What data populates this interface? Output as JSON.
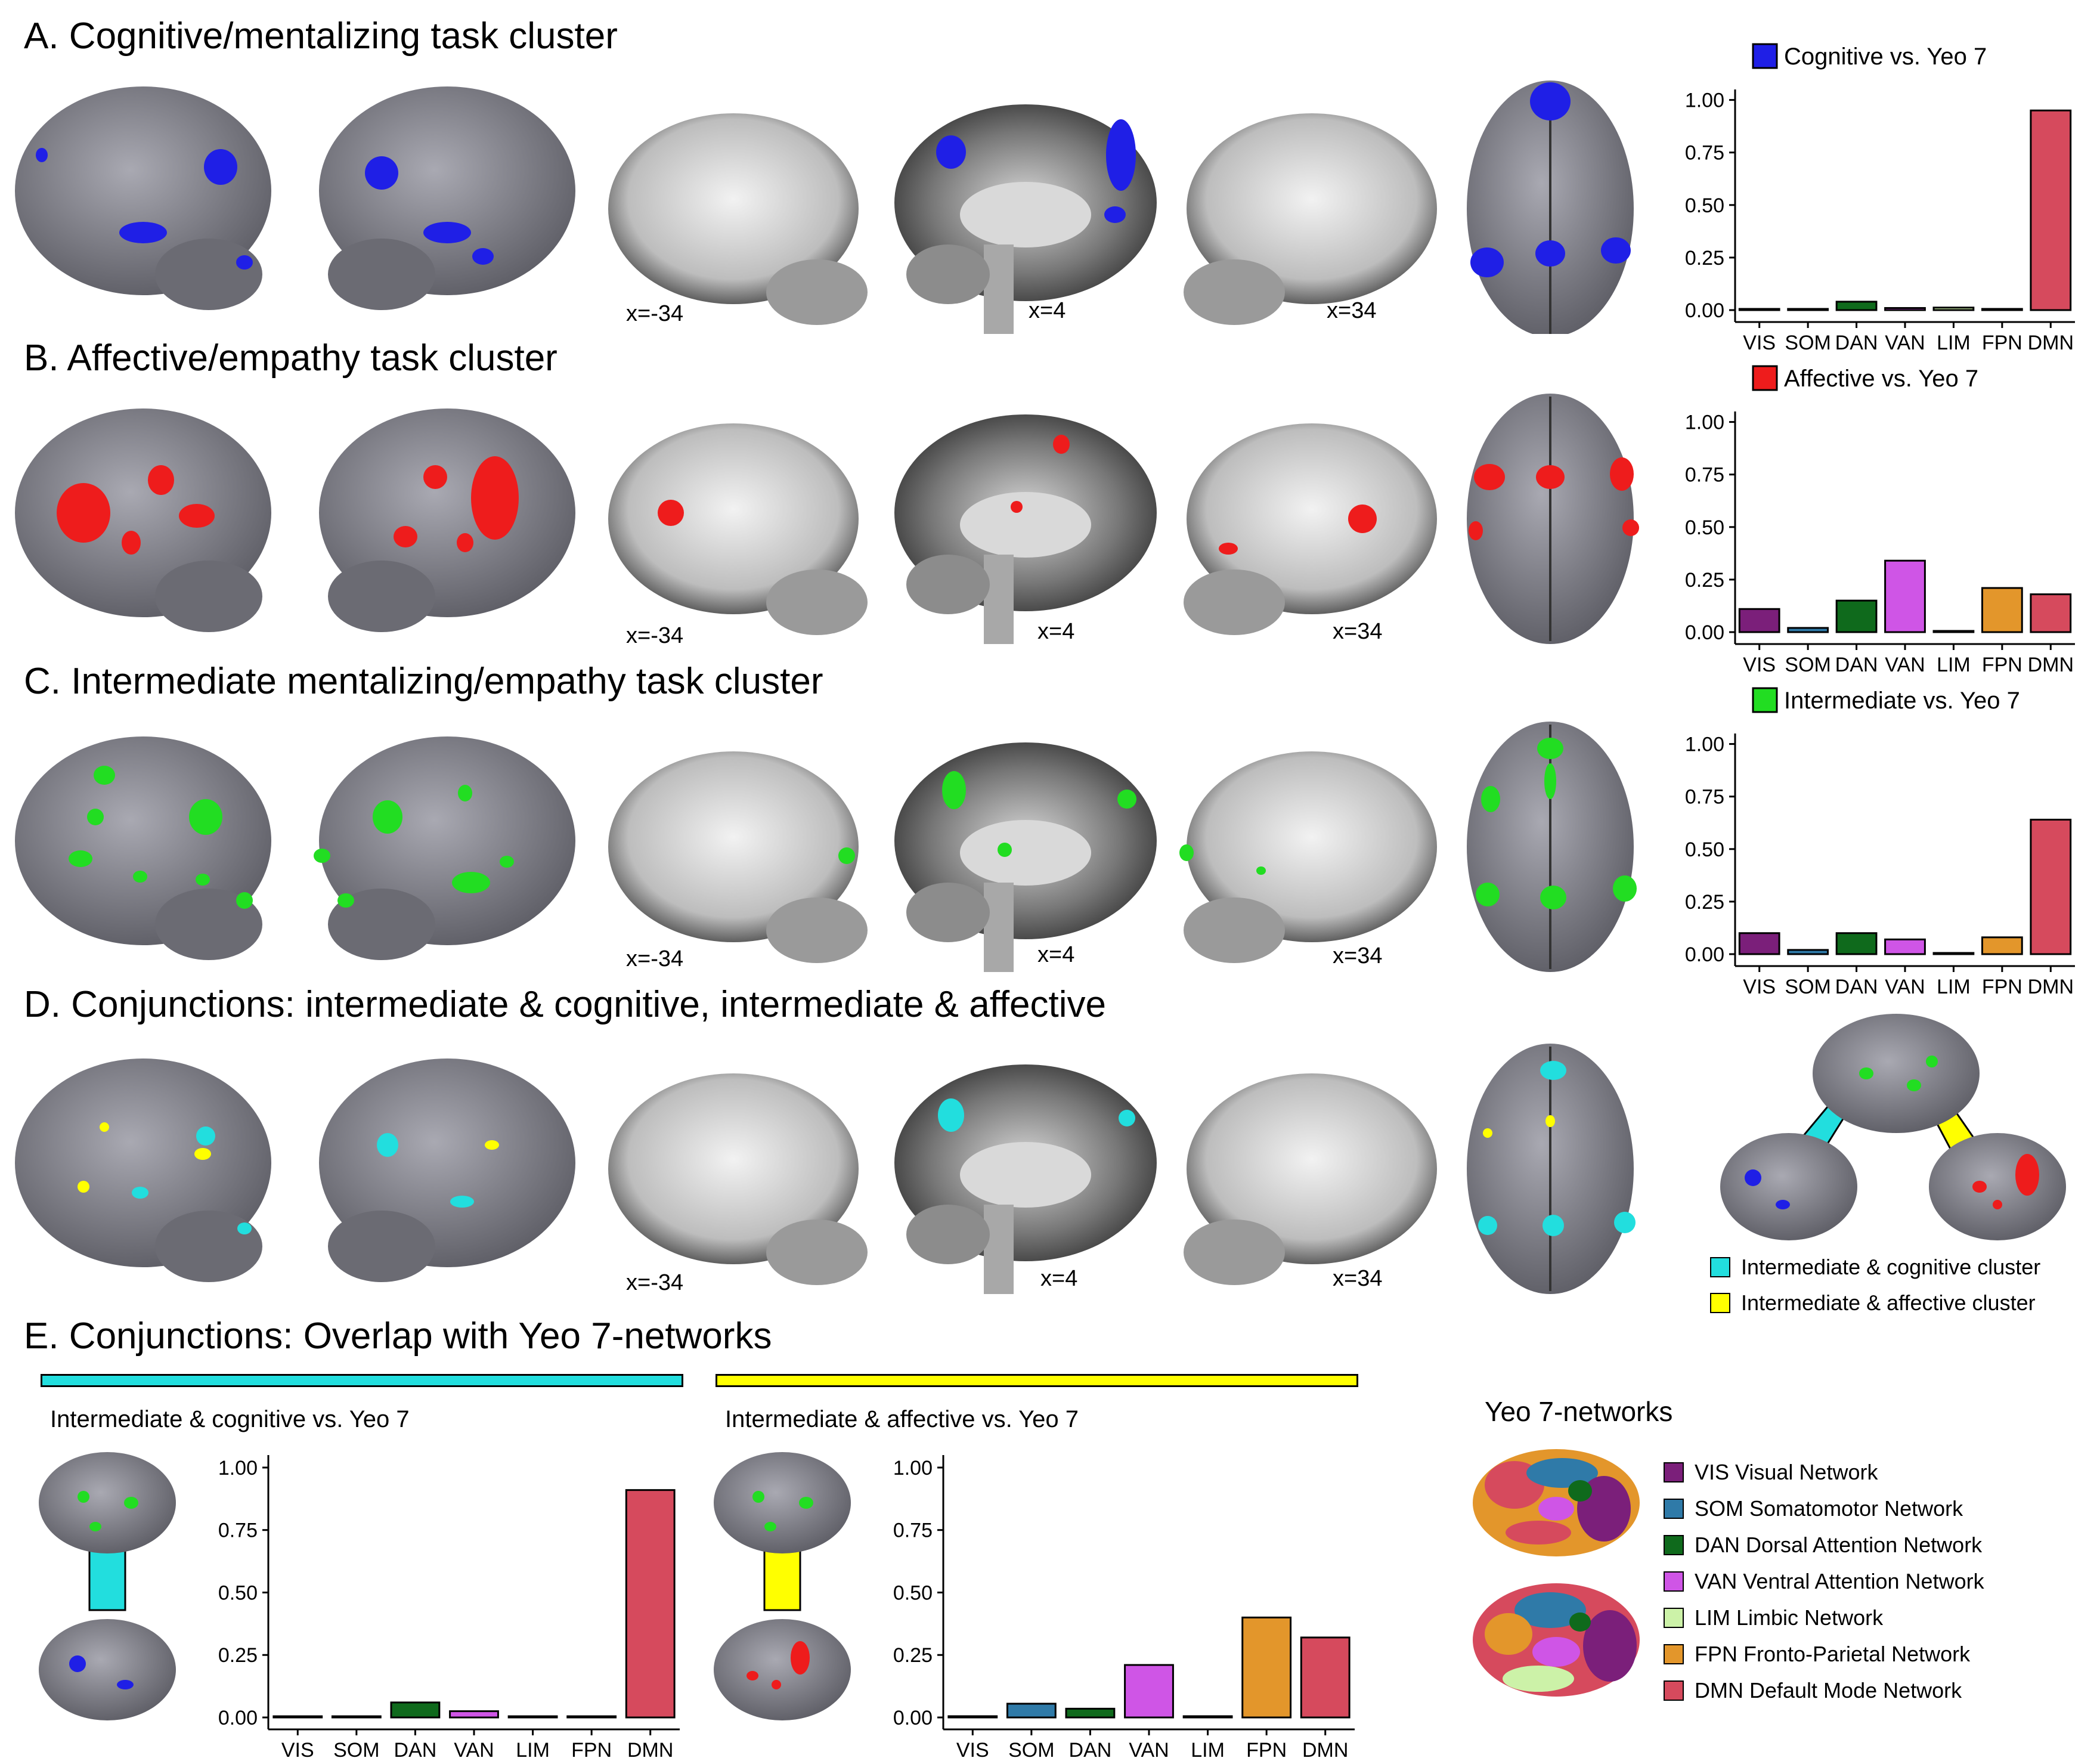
{
  "colors": {
    "cognitive": "#1f1fe6",
    "affective": "#ee1c1c",
    "intermediate": "#22dd22",
    "conj_cognitive": "#22dede",
    "conj_affective": "#ffff00",
    "brain": "#8c8c95",
    "networks": {
      "VIS": "#7b1f7a",
      "SOM": "#2f7aa8",
      "DAN": "#0f6a1c",
      "VAN": "#cf55e6",
      "LIM": "#ccf2a8",
      "FPN": "#e3962b",
      "DMN": "#d64a5d"
    }
  },
  "sections": {
    "a": {
      "title": "A. Cognitive/mentalizing task cluster",
      "slices": [
        "x=-34",
        "x=4",
        "x=34"
      ]
    },
    "b": {
      "title": "B. Affective/empathy task cluster",
      "slices": [
        "x=-34",
        "x=4",
        "x=34"
      ]
    },
    "c": {
      "title": "C. Intermediate mentalizing/empathy task cluster",
      "slices": [
        "x=-34",
        "x=4",
        "x=34"
      ]
    },
    "d": {
      "title": "D. Conjunctions: intermediate & cognitive, intermediate & affective",
      "slices": [
        "x=-34",
        "x=4",
        "x=34"
      ]
    },
    "e": {
      "title": "E. Conjunctions: Overlap with Yeo 7-networks"
    }
  },
  "conj_legend": [
    {
      "label": "Intermediate & cognitive cluster",
      "color": "#22dede"
    },
    {
      "label": "Intermediate & affective cluster",
      "color": "#ffff00"
    }
  ],
  "yeo_legend": {
    "title": "Yeo 7-networks",
    "items": [
      {
        "label": "VIS Visual Network",
        "color": "#7b1f7a"
      },
      {
        "label": "SOM Somatomotor Network",
        "color": "#2f7aa8"
      },
      {
        "label": "DAN Dorsal Attention Network",
        "color": "#0f6a1c"
      },
      {
        "label": "VAN Ventral Attention Network",
        "color": "#cf55e6"
      },
      {
        "label": "LIM Limbic Network",
        "color": "#ccf2a8"
      },
      {
        "label": "FPN Fronto-Parietal Network",
        "color": "#e3962b"
      },
      {
        "label": "DMN Default Mode Network",
        "color": "#d64a5d"
      }
    ]
  },
  "chart_data": [
    {
      "id": "cognitive",
      "type": "bar",
      "title": "Cognitive vs. Yeo 7",
      "legend_color": "#1f1fe6",
      "categories": [
        "VIS",
        "SOM",
        "DAN",
        "VAN",
        "LIM",
        "FPN",
        "DMN"
      ],
      "values": [
        0.005,
        0.005,
        0.04,
        0.01,
        0.012,
        0.005,
        0.95
      ],
      "yticks": [
        "0.00",
        "0.25",
        "0.50",
        "0.75",
        "1.00"
      ],
      "ylim": [
        0,
        1.05
      ]
    },
    {
      "id": "affective",
      "type": "bar",
      "title": "Affective vs. Yeo 7",
      "legend_color": "#ee1c1c",
      "categories": [
        "VIS",
        "SOM",
        "DAN",
        "VAN",
        "LIM",
        "FPN",
        "DMN"
      ],
      "values": [
        0.11,
        0.02,
        0.15,
        0.34,
        0.005,
        0.21,
        0.18
      ],
      "yticks": [
        "0.00",
        "0.25",
        "0.50",
        "0.75",
        "1.00"
      ],
      "ylim": [
        0,
        1.05
      ]
    },
    {
      "id": "intermediate",
      "type": "bar",
      "title": "Intermediate vs. Yeo 7",
      "legend_color": "#22dd22",
      "categories": [
        "VIS",
        "SOM",
        "DAN",
        "VAN",
        "LIM",
        "FPN",
        "DMN"
      ],
      "values": [
        0.1,
        0.02,
        0.1,
        0.07,
        0.005,
        0.08,
        0.64
      ],
      "yticks": [
        "0.00",
        "0.25",
        "0.50",
        "0.75",
        "1.00"
      ],
      "ylim": [
        0,
        1.05
      ]
    },
    {
      "id": "conj_cognitive",
      "type": "bar",
      "title": "Intermediate & cognitive vs. Yeo 7",
      "legend_color": "#22dede",
      "categories": [
        "VIS",
        "SOM",
        "DAN",
        "VAN",
        "LIM",
        "FPN",
        "DMN"
      ],
      "values": [
        0.003,
        0.003,
        0.06,
        0.025,
        0.003,
        0.003,
        0.91
      ],
      "yticks": [
        "0.00",
        "0.25",
        "0.50",
        "0.75",
        "1.00"
      ],
      "ylim": [
        0,
        1.05
      ]
    },
    {
      "id": "conj_affective",
      "type": "bar",
      "title": "Intermediate & affective vs. Yeo 7",
      "legend_color": "#ffff00",
      "categories": [
        "VIS",
        "SOM",
        "DAN",
        "VAN",
        "LIM",
        "FPN",
        "DMN"
      ],
      "values": [
        0.005,
        0.055,
        0.035,
        0.21,
        0.005,
        0.4,
        0.32
      ],
      "yticks": [
        "0.00",
        "0.25",
        "0.50",
        "0.75",
        "1.00"
      ],
      "ylim": [
        0,
        1.05
      ]
    }
  ]
}
